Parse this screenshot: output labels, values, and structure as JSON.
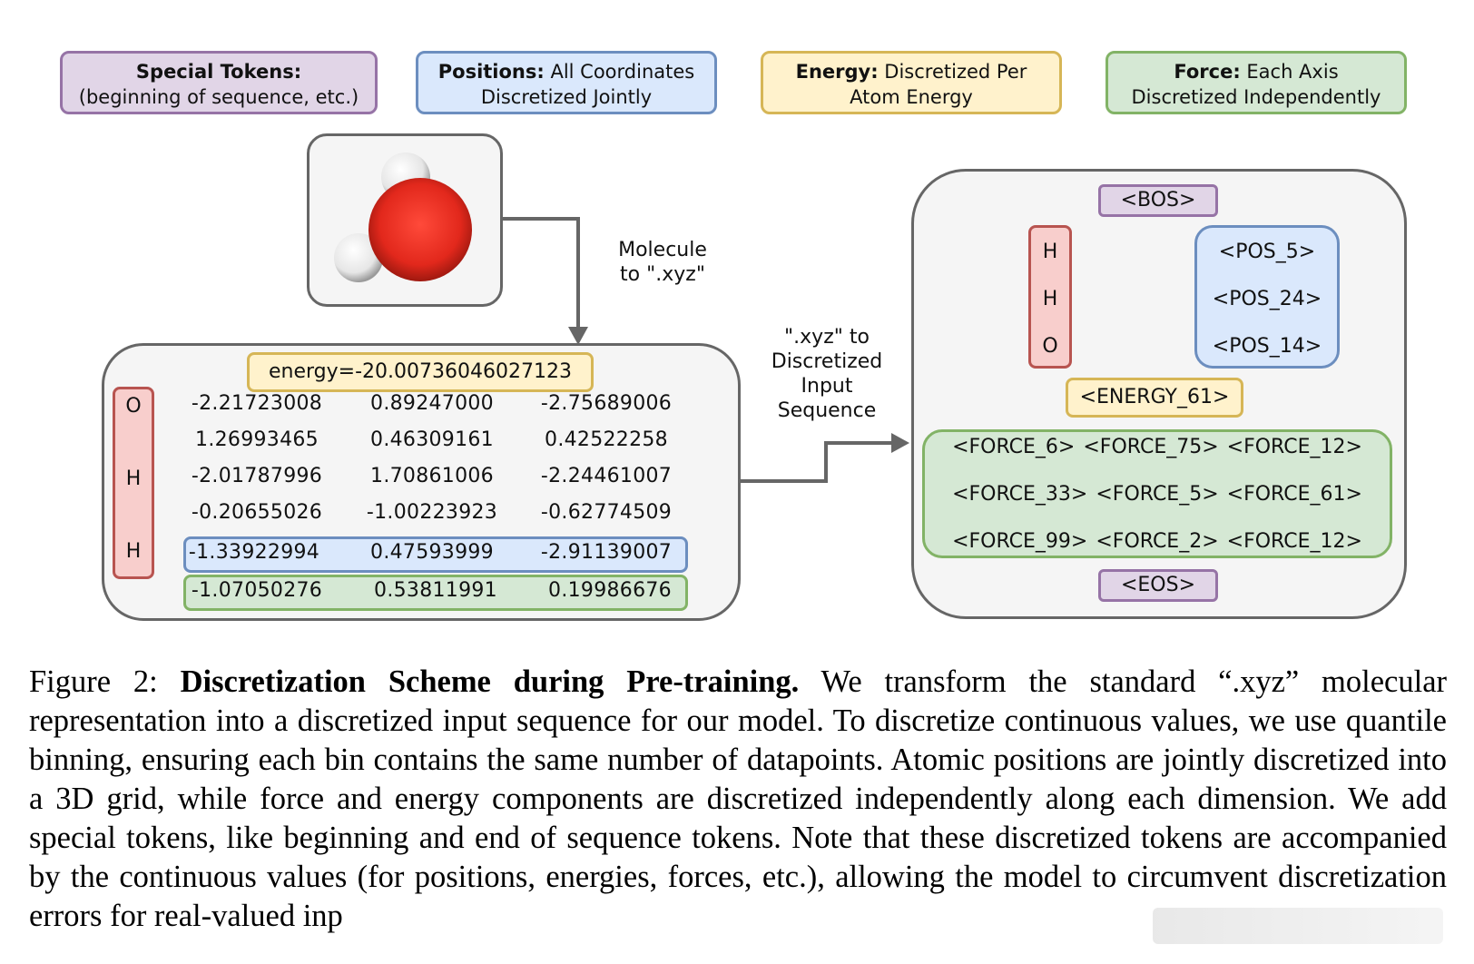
{
  "legend": [
    {
      "bold": "Special Tokens:",
      "rest": "",
      "line2": "(beginning of sequence, etc.)"
    },
    {
      "bold": "Positions:",
      "rest": " All Coordinates",
      "line2": "Discretized Jointly"
    },
    {
      "bold": "Energy:",
      "rest": " Discretized Per",
      "line2": "Atom Energy"
    },
    {
      "bold": "Force:",
      "rest": " Each Axis",
      "line2": "Discretized Independently"
    }
  ],
  "arrows": {
    "molecule_to_xyz": [
      "Molecule",
      "to \".xyz\""
    ],
    "xyz_to_sequence": [
      "\".xyz\" to",
      "Discretized",
      "Input",
      "Sequence"
    ]
  },
  "molecule": {
    "name": "water",
    "atoms": [
      "O",
      "H",
      "H"
    ],
    "colors": {
      "oxygen": "#e8261c",
      "hydrogen": "#f2f2f2"
    }
  },
  "xyz": {
    "energy_label": "energy=-20.00736046027123",
    "atom_labels": [
      "O",
      "H",
      "H"
    ],
    "rows": [
      [
        "-2.21723008",
        "0.89247000",
        "-2.75689006"
      ],
      [
        "1.26993465",
        "0.46309161",
        "0.42522258"
      ],
      [
        "-2.01787996",
        "1.70861006",
        "-2.24461007"
      ],
      [
        "-0.20655026",
        "-1.00223923",
        "-0.62774509"
      ],
      [
        "-1.33922994",
        "0.47593999",
        "-2.91139007"
      ],
      [
        "-1.07050276",
        "0.53811991",
        "0.19986676"
      ]
    ]
  },
  "sequence": {
    "bos": "<BOS>",
    "eos": "<EOS>",
    "atoms": [
      "H",
      "H",
      "O"
    ],
    "positions": [
      "<POS_5>",
      "<POS_24>",
      "<POS_14>"
    ],
    "energy": "<ENERGY_61>",
    "forces": [
      "<FORCE_6> <FORCE_75> <FORCE_12>",
      "<FORCE_33> <FORCE_5> <FORCE_61>",
      "<FORCE_99> <FORCE_2> <FORCE_12>"
    ]
  },
  "caption": {
    "label": "Figure 2: ",
    "title": "Discretization Scheme during Pre-training.",
    "body": " We transform the standard “.xyz” molecular representation into a discretized input sequence for our model. To discretize continuous values, we use quantile binning, ensuring each bin contains the same number of datapoints. Atomic positions are jointly discretized into a 3D grid, while force and energy components are discretized independently along each dimension. We add special tokens, like beginning and end of sequence tokens. Note that these discretized tokens are accompanied by the continuous values (for positions, energies, forces, etc.), allowing the model to circumvent discretization errors for real-valued inp"
  },
  "colors": {
    "special": "#e1d5e7",
    "special_border": "#9673a6",
    "position": "#dae8fc",
    "position_border": "#6c8ebf",
    "energy": "#fff2cc",
    "energy_border": "#d6b656",
    "force": "#d5e8d4",
    "force_border": "#82b366",
    "atom": "#f8cecc",
    "atom_border": "#b85450",
    "panel": "#f5f5f5",
    "panel_border": "#666666"
  }
}
